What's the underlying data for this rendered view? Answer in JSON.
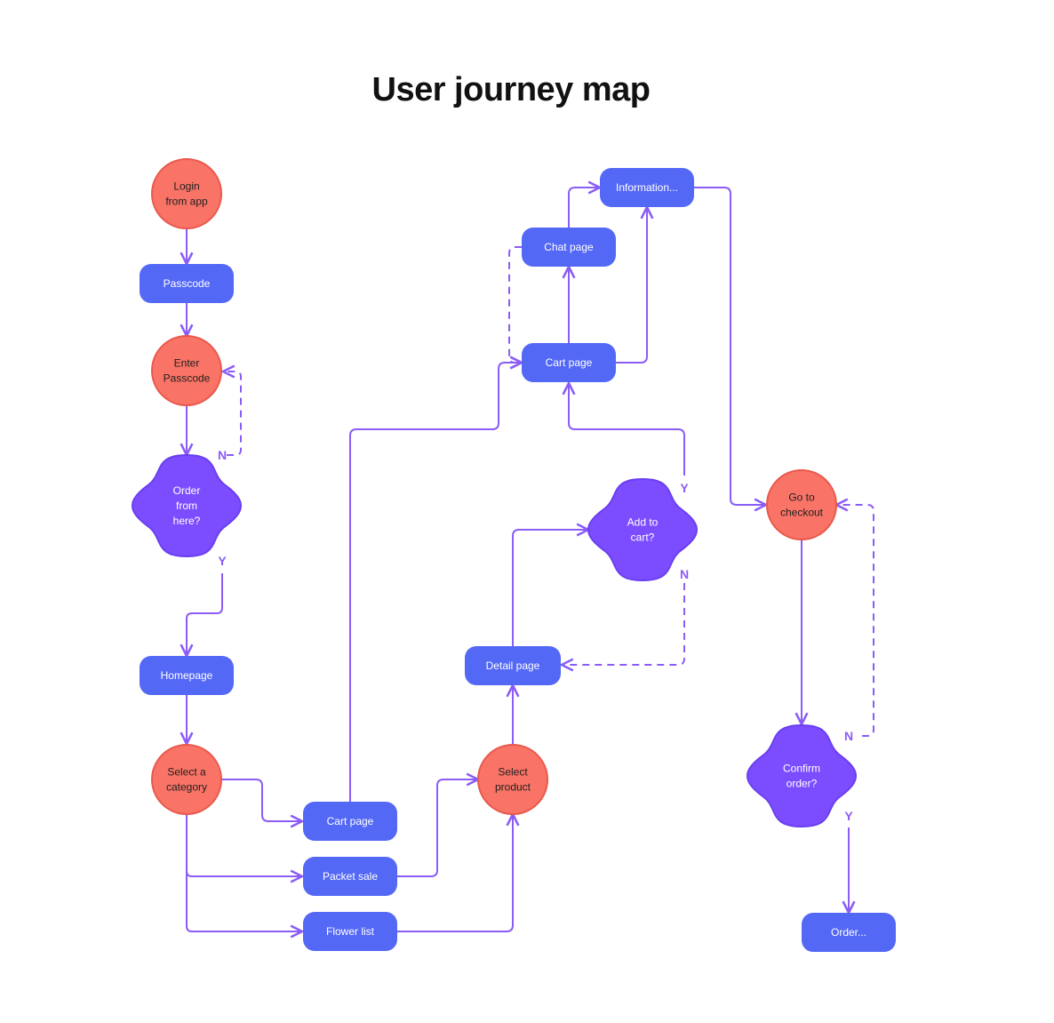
{
  "title": "User journey map",
  "colors": {
    "process": "#5468f6",
    "state": "#f97366",
    "state_stroke": "#e8594c",
    "decision": "#7c4dff",
    "decision_stroke": "#6a3ff0",
    "edge": "#8b5cf6"
  },
  "nodes": {
    "login": "Login\nfrom app",
    "passcode": "Passcode",
    "enter_passcode": "Enter\nPasscode",
    "order_here": "Order\nfrom\nhere?",
    "homepage": "Homepage",
    "select_category": "Select a\ncategory",
    "cart_page_bottom": "Cart page",
    "packet_sale": "Packet sale",
    "flower_list": "Flower list",
    "select_product": "Select\nproduct",
    "detail_page": "Detail page",
    "add_to_cart": "Add to\ncart?",
    "cart_page_top": "Cart page",
    "chat_page": "Chat page",
    "information": "Information...",
    "go_checkout": "Go to\ncheckout",
    "confirm_order": "Confirm\norder?",
    "order_end": "Order..."
  },
  "edge_labels": {
    "order_no": "N",
    "order_yes": "Y",
    "cart_yes": "Y",
    "cart_no": "N",
    "confirm_no": "N",
    "confirm_yes": "Y"
  }
}
